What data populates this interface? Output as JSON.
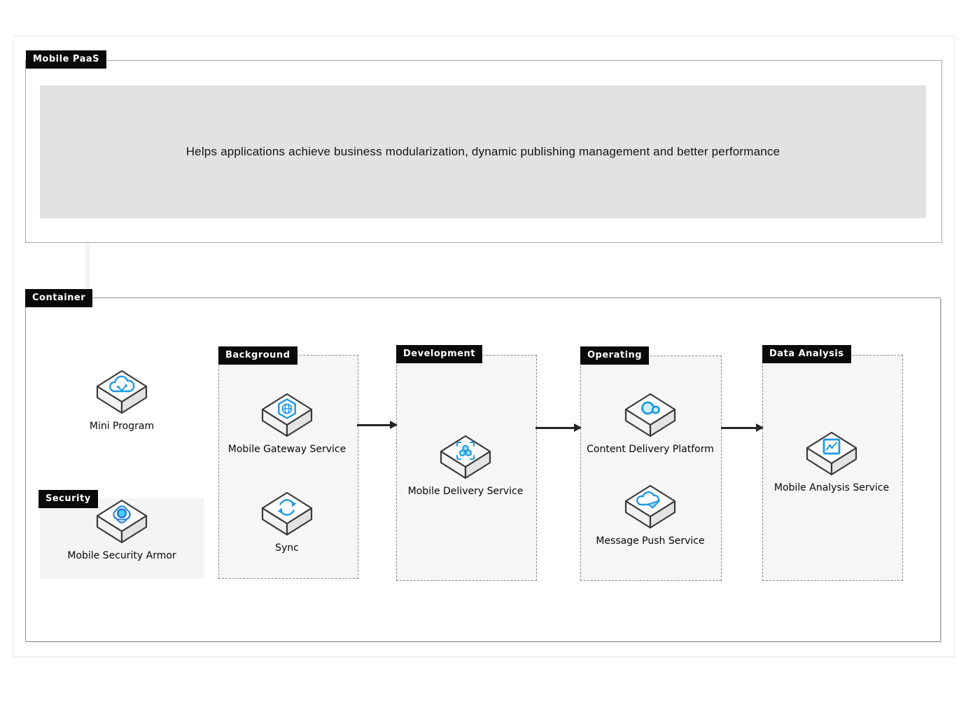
{
  "mobile_paas": {
    "label": "Mobile PaaS",
    "description": "Helps applications achieve business modularization, dynamic publishing management and better performance"
  },
  "container": {
    "label": "Container",
    "mini_program": {
      "label": "Mini Program",
      "icon": "cloud-circuit-icon"
    },
    "security": {
      "label": "Security",
      "node": {
        "label": "Mobile Security Armor",
        "icon": "shield-orb-icon"
      }
    },
    "groups": [
      {
        "label": "Background",
        "nodes": [
          {
            "label": "Mobile Gateway Service",
            "icon": "hexagon-globe-icon"
          },
          {
            "label": "Sync",
            "icon": "sync-arrows-icon"
          }
        ]
      },
      {
        "label": "Development",
        "nodes": [
          {
            "label": "Mobile Delivery Service",
            "icon": "viewfinder-cluster-icon"
          }
        ]
      },
      {
        "label": "Operating",
        "nodes": [
          {
            "label": "Content Delivery Platform",
            "icon": "dual-loop-icon"
          },
          {
            "label": "Message Push Service",
            "icon": "cloud-plane-icon"
          }
        ]
      },
      {
        "label": "Data Analysis",
        "nodes": [
          {
            "label": "Mobile Analysis Service",
            "icon": "chart-line-icon"
          }
        ]
      }
    ],
    "flow_arrows": [
      {
        "from": "Background",
        "to": "Development"
      },
      {
        "from": "Development",
        "to": "Operating"
      },
      {
        "from": "Operating",
        "to": "Data Analysis"
      }
    ]
  },
  "colors": {
    "tag_background": "#0a0a0a",
    "tag_text": "#ffffff",
    "banner_background": "#e2e2e2",
    "icon_blue": "#1e9be0",
    "icon_cyan": "#9adcf9",
    "arrow": "#252525",
    "group_border": "#8a8a8a"
  }
}
